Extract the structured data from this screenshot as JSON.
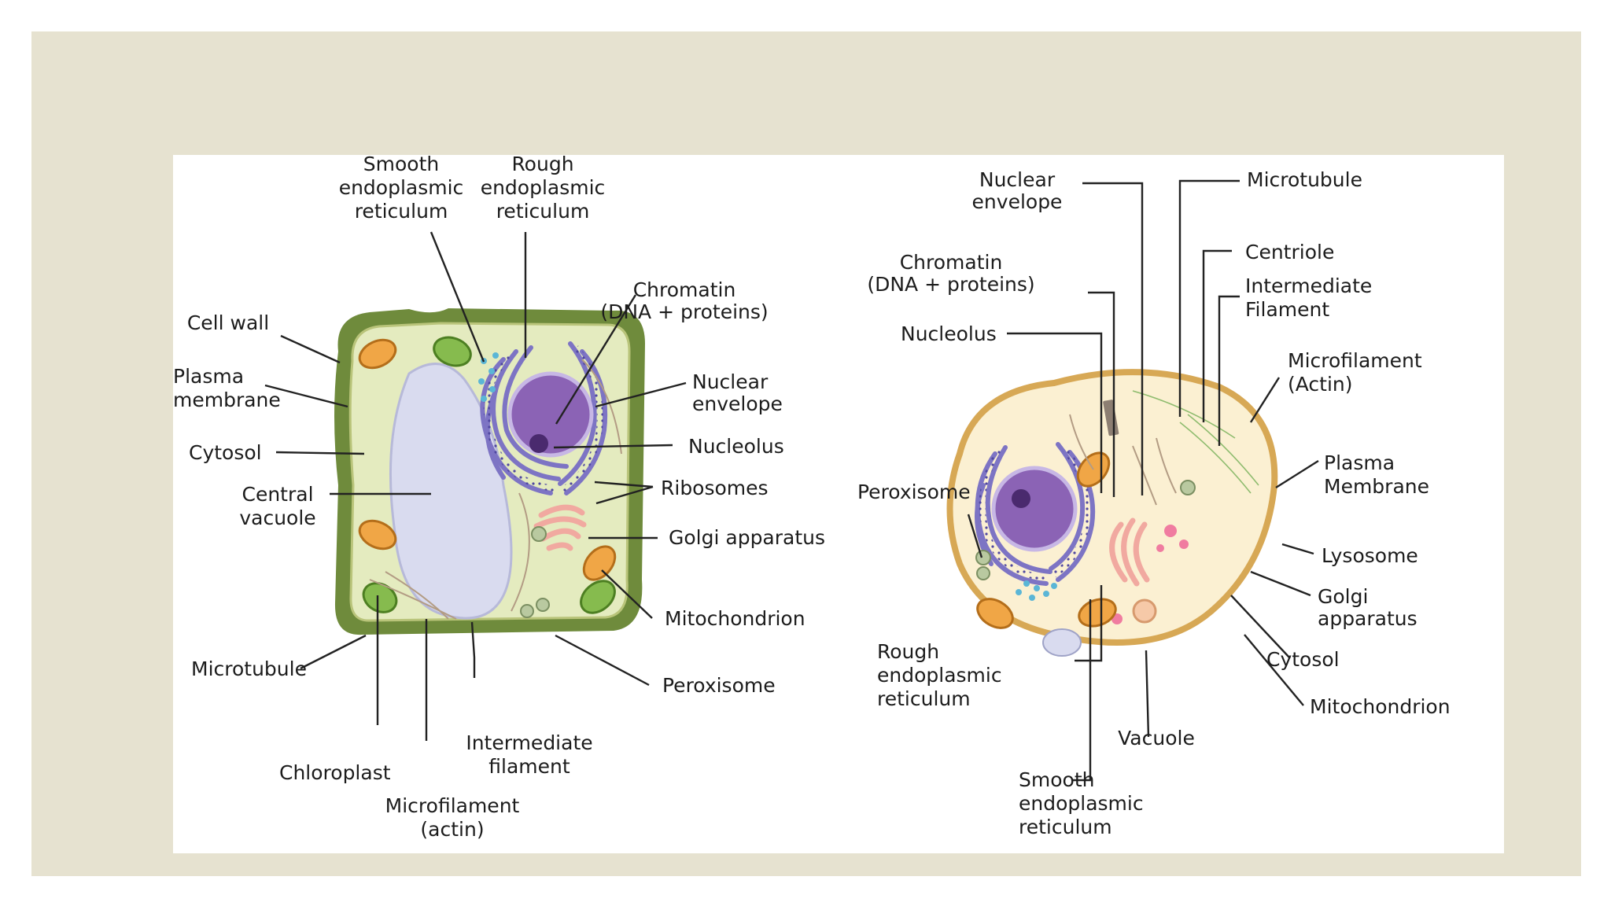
{
  "plant_cell": {
    "labels": {
      "smooth_er": [
        "Smooth",
        "endoplasmic",
        "reticulum"
      ],
      "rough_er": [
        "Rough",
        "endoplasmic",
        "reticulum"
      ],
      "chromatin": [
        "Chromatin",
        "(DNA + proteins)"
      ],
      "cell_wall": [
        "Cell wall"
      ],
      "plasma_membrane": [
        "Plasma",
        "membrane"
      ],
      "nuclear_envelope": [
        "Nuclear",
        "envelope"
      ],
      "nucleolus": [
        "Nucleolus"
      ],
      "cytosol": [
        "Cytosol"
      ],
      "central_vacuole": [
        "Central",
        "vacuole"
      ],
      "ribosomes": [
        "Ribosomes"
      ],
      "golgi": [
        "Golgi apparatus"
      ],
      "mitochondrion": [
        "Mitochondrion"
      ],
      "microtubule": [
        "Microtubule"
      ],
      "peroxisome": [
        "Peroxisome"
      ],
      "intermediate_filament": [
        "Intermediate",
        "filament"
      ],
      "chloroplast": [
        "Chloroplast"
      ],
      "microfilament": [
        "Microfilament",
        "(actin)"
      ]
    }
  },
  "animal_cell": {
    "labels": {
      "nuclear_envelope": [
        "Nuclear",
        "envelope"
      ],
      "microtubule": [
        "Microtubule"
      ],
      "centriole": [
        "Centriole"
      ],
      "chromatin": [
        "Chromatin",
        "(DNA + proteins)"
      ],
      "intermediate_filament": [
        "Intermediate",
        "Filament"
      ],
      "nucleolus": [
        "Nucleolus"
      ],
      "microfilament": [
        "Microfilament",
        "(Actin)"
      ],
      "plasma_membrane": [
        "Plasma",
        "Membrane"
      ],
      "peroxisome": [
        "Peroxisome"
      ],
      "lysosome": [
        "Lysosome"
      ],
      "golgi": [
        "Golgi",
        "apparatus"
      ],
      "cytosol": [
        "Cytosol"
      ],
      "rough_er": [
        "Rough",
        "endoplasmic",
        "reticulum"
      ],
      "mitochondrion": [
        "Mitochondrion"
      ],
      "vacuole": [
        "Vacuole"
      ],
      "smooth_er": [
        "Smooth",
        "endoplasmic",
        "reticulum"
      ]
    }
  },
  "colors": {
    "frame": "#e6e2d0",
    "panel": "#ffffff",
    "cell_wall": "#6f8b3c",
    "plant_cytoplasm": "#e4ebbf",
    "vacuole": "#d9dbef",
    "nucleus": "#8b63b5",
    "nucleolus": "#4a2a6e",
    "er": "#7d74c4",
    "mitochondrion": "#f0a646",
    "chloroplast": "#86bb4e",
    "golgi": "#f1a9a0",
    "smooth_er": "#5bb6d6",
    "animal_membrane": "#d7a855",
    "animal_cytoplasm": "#fbf0d2",
    "lysosome": "#f07ca0"
  }
}
